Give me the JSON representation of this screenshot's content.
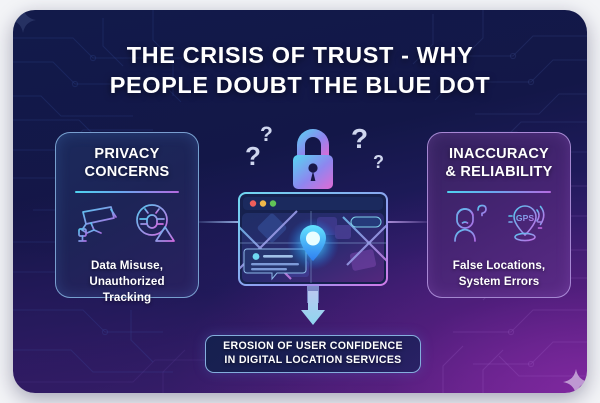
{
  "title": {
    "line1": "THE CRISIS OF TRUST - WHY",
    "line2": "PEOPLE DOUBT THE BLUE DOT"
  },
  "panels": {
    "left": {
      "heading_line1": "PRIVACY",
      "heading_line2": "CONCERNS",
      "subtext": "Data Misuse, Unauthorized Tracking",
      "icons": [
        "cctv-camera-icon",
        "malware-bug-warning-icon"
      ]
    },
    "right": {
      "heading_line1": "INACCURACY",
      "heading_line2": "& RELIABILITY",
      "subtext": "False Locations, System Errors",
      "icons": [
        "confused-person-icon",
        "gps-pin-signal-icon"
      ]
    }
  },
  "center": {
    "browser_dots": [
      "#ef5f5b",
      "#f2b94a",
      "#62c457"
    ],
    "gps_label": "GPS",
    "icons": [
      "padlock-icon",
      "question-mark-icon",
      "map-window-icon",
      "location-pin-icon"
    ]
  },
  "banner": {
    "line1": "EROSION OF USER CONFIDENCE",
    "line2": "IN DIGITAL LOCATION SERVICES"
  },
  "colors": {
    "background": "#f3f4f7",
    "card_navy": "#121a4a",
    "card_purple": "#6d2a95",
    "accent_cyan": "#4fd3ef",
    "accent_blue": "#6aa6ee",
    "accent_violet": "#b46ae0",
    "pin_glow": "#4fd8ff",
    "text_white": "#ffffff"
  }
}
